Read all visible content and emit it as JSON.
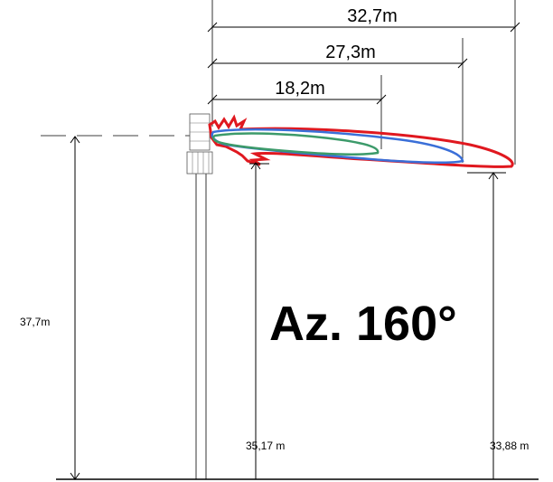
{
  "distances": {
    "d1": "32,7m",
    "d2": "27,3m",
    "d3": "18,2m"
  },
  "heights": {
    "mast": "37,7m",
    "left_edge": "35,17 m",
    "right_edge": "33,88 m"
  },
  "azimuth": "Az. 160°",
  "lobe_colors": {
    "outer": "#e0181f",
    "middle": "#3a6fd8",
    "inner": "#3c9a6a"
  }
}
